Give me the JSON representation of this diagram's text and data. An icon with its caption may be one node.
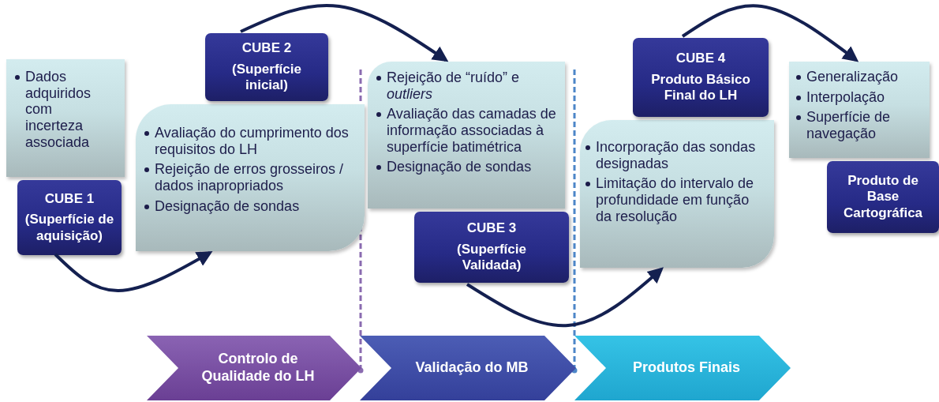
{
  "diagram": {
    "nodes": [
      {
        "text": [
          "Dados adquiridos com incerteza associada"
        ]
      },
      {
        "text": [
          "CUBE 1",
          "(Superfície de aquisição)"
        ]
      },
      {
        "text": [
          "Avaliação do cumprimento dos requisitos do LH",
          "Rejeição de erros grosseiros / dados inapropriados",
          "Designação de  sondas"
        ]
      },
      {
        "text": [
          "CUBE 2",
          "(Superfície inicial)"
        ]
      },
      {
        "text": [
          "Rejeição de “ruído” e *outliers*",
          "Avaliação das camadas de informação associadas à superfície batimétrica",
          "Designação de  sondas"
        ]
      },
      {
        "text": [
          "CUBE 3",
          "(Superfície Validada)"
        ]
      },
      {
        "text": [
          "Incorporação das sondas designadas",
          "Limitação do intervalo de profundidade em função da resolução"
        ]
      },
      {
        "text": [
          "CUBE 4",
          "Produto Básico Final do LH"
        ]
      },
      {
        "text": [
          "Generalização",
          "Interpolação",
          "Superfície de navegação"
        ]
      },
      {
        "text": [
          "Produto de Base Cartográfica"
        ]
      },
      {
        "text": [
          "Controlo de Qualidade do LH"
        ]
      },
      {
        "text": [
          "Validação do MB"
        ]
      },
      {
        "text": [
          "Produtos Finais"
        ]
      }
    ],
    "edges": [
      {
        "from": 1,
        "to": 2,
        "arrow": "to"
      },
      {
        "from": 3,
        "to": 4,
        "arrow": "to"
      },
      {
        "from": 5,
        "to": 6,
        "arrow": "to"
      },
      {
        "from": 7,
        "to": 8,
        "arrow": "to"
      }
    ]
  }
}
